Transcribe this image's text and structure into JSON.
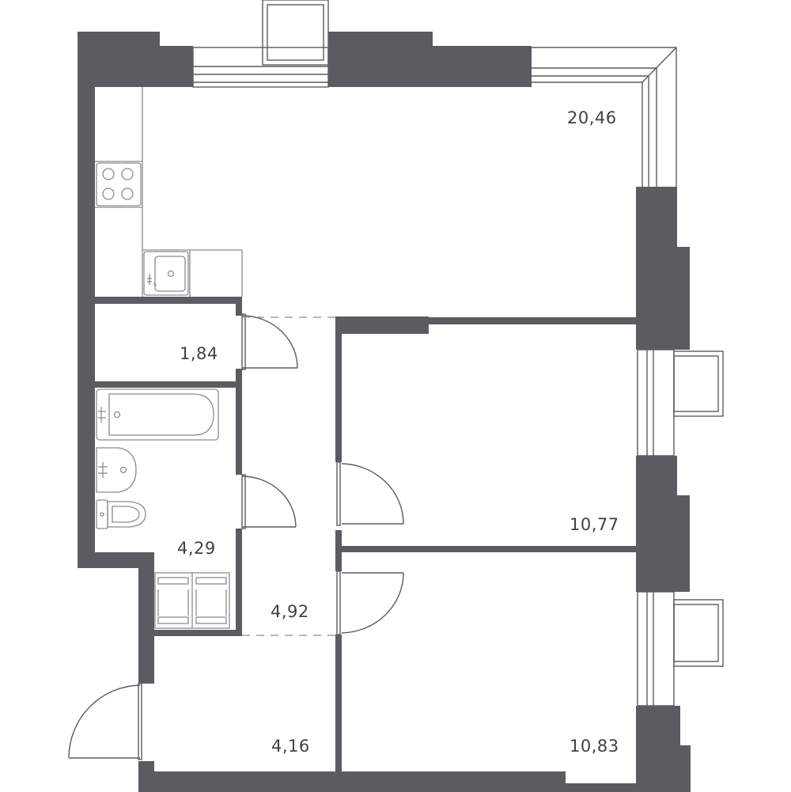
{
  "colors": {
    "wall": "#5a5c61",
    "fixture": "#8a8c90",
    "background": "#ffffff"
  },
  "rooms": [
    {
      "id": "living-kitchen",
      "area": "20,46"
    },
    {
      "id": "wc",
      "area": "1,84"
    },
    {
      "id": "bathroom",
      "area": "4,29"
    },
    {
      "id": "hall",
      "area": "4,92"
    },
    {
      "id": "entry",
      "area": "4,16"
    },
    {
      "id": "bedroom-1",
      "area": "10,77"
    },
    {
      "id": "bedroom-2",
      "area": "10,83"
    }
  ],
  "icons": [
    "stove-icon",
    "sink-icon",
    "bathtub-icon",
    "washbasin-icon",
    "toilet-icon",
    "wardrobe-icon",
    "door-swing-icon",
    "window-icon",
    "balcony-icon"
  ]
}
